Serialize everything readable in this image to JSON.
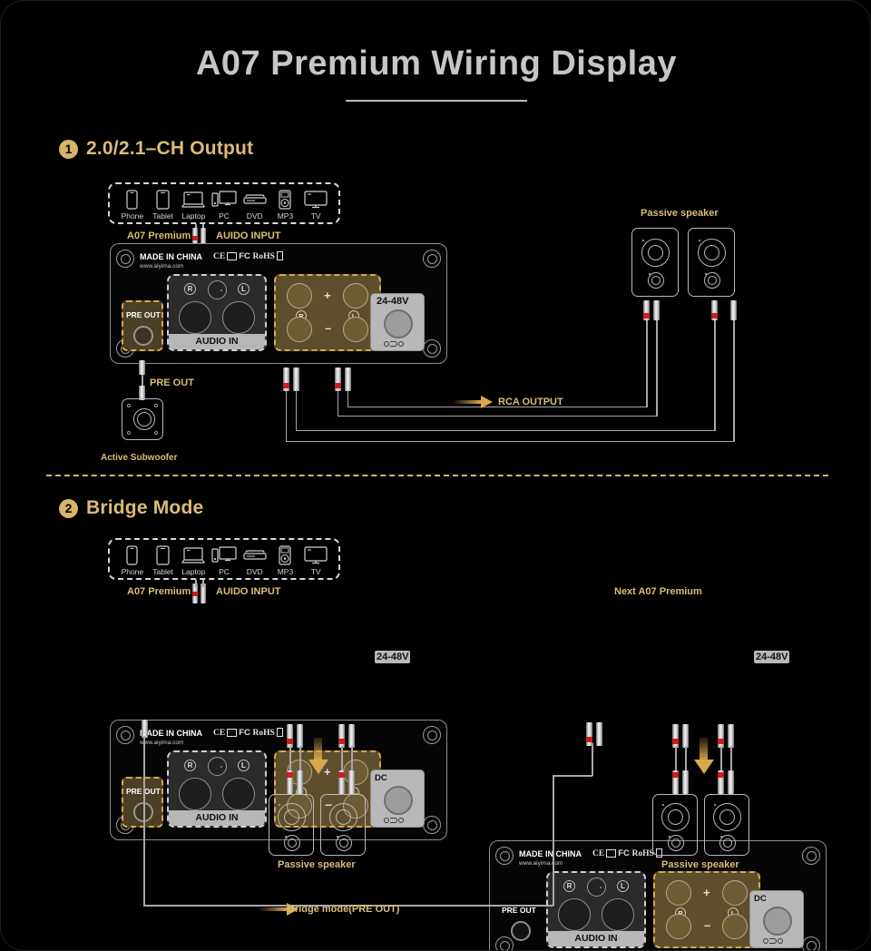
{
  "page": {
    "title": "A07 Premium Wiring Display",
    "background": "#000000",
    "accent_gold": "#dcbc76",
    "accent_orange_dash": "#d8a84a",
    "wire_gray": "#a8a8a8",
    "plug_red": "#d11c1c"
  },
  "sections": [
    {
      "number": "1",
      "title": "2.0/2.1–CH Output"
    },
    {
      "number": "2",
      "title": "Bridge Mode"
    }
  ],
  "source_devices": [
    {
      "label": "Phone",
      "icon": "phone-icon"
    },
    {
      "label": "Tablet",
      "icon": "tablet-icon"
    },
    {
      "label": "Laptop",
      "icon": "laptop-icon"
    },
    {
      "label": "PC",
      "icon": "pc-icon"
    },
    {
      "label": "DVD",
      "icon": "dvd-icon"
    },
    {
      "label": "MP3",
      "icon": "mp3-icon"
    },
    {
      "label": "TV",
      "icon": "tv-icon"
    }
  ],
  "amp_panel": {
    "brand_text": "MADE IN CHINA",
    "website": "www.aiyima.com",
    "certs": "CE FC RoHS",
    "audio_in_label": "AUDIO IN",
    "jack_right": "R",
    "jack_left": "L",
    "post_plus": "+",
    "post_minus": "–",
    "post_right": "R",
    "post_left": "L",
    "dc_label": "DC",
    "dc_voltage": "24-48V",
    "pre_out_label": "PRE OUT"
  },
  "section1": {
    "amp_name": "A07 Premium",
    "input_label": "AUIDO INPUT",
    "passive_speaker_label": "Passive speaker",
    "pre_out_label": "PRE OUT",
    "subwoofer_label": "Active Subwoofer",
    "rca_output_label": "RCA OUTPUT"
  },
  "section2": {
    "amp_name": "A07 Premium",
    "next_amp_name": "Next A07 Premium",
    "input_label": "AUIDO INPUT",
    "passive_speaker_label_left": "Passive speaker",
    "passive_speaker_label_right": "Passive speaker",
    "bridge_label": "Bridge mode(PRE OUT)"
  }
}
